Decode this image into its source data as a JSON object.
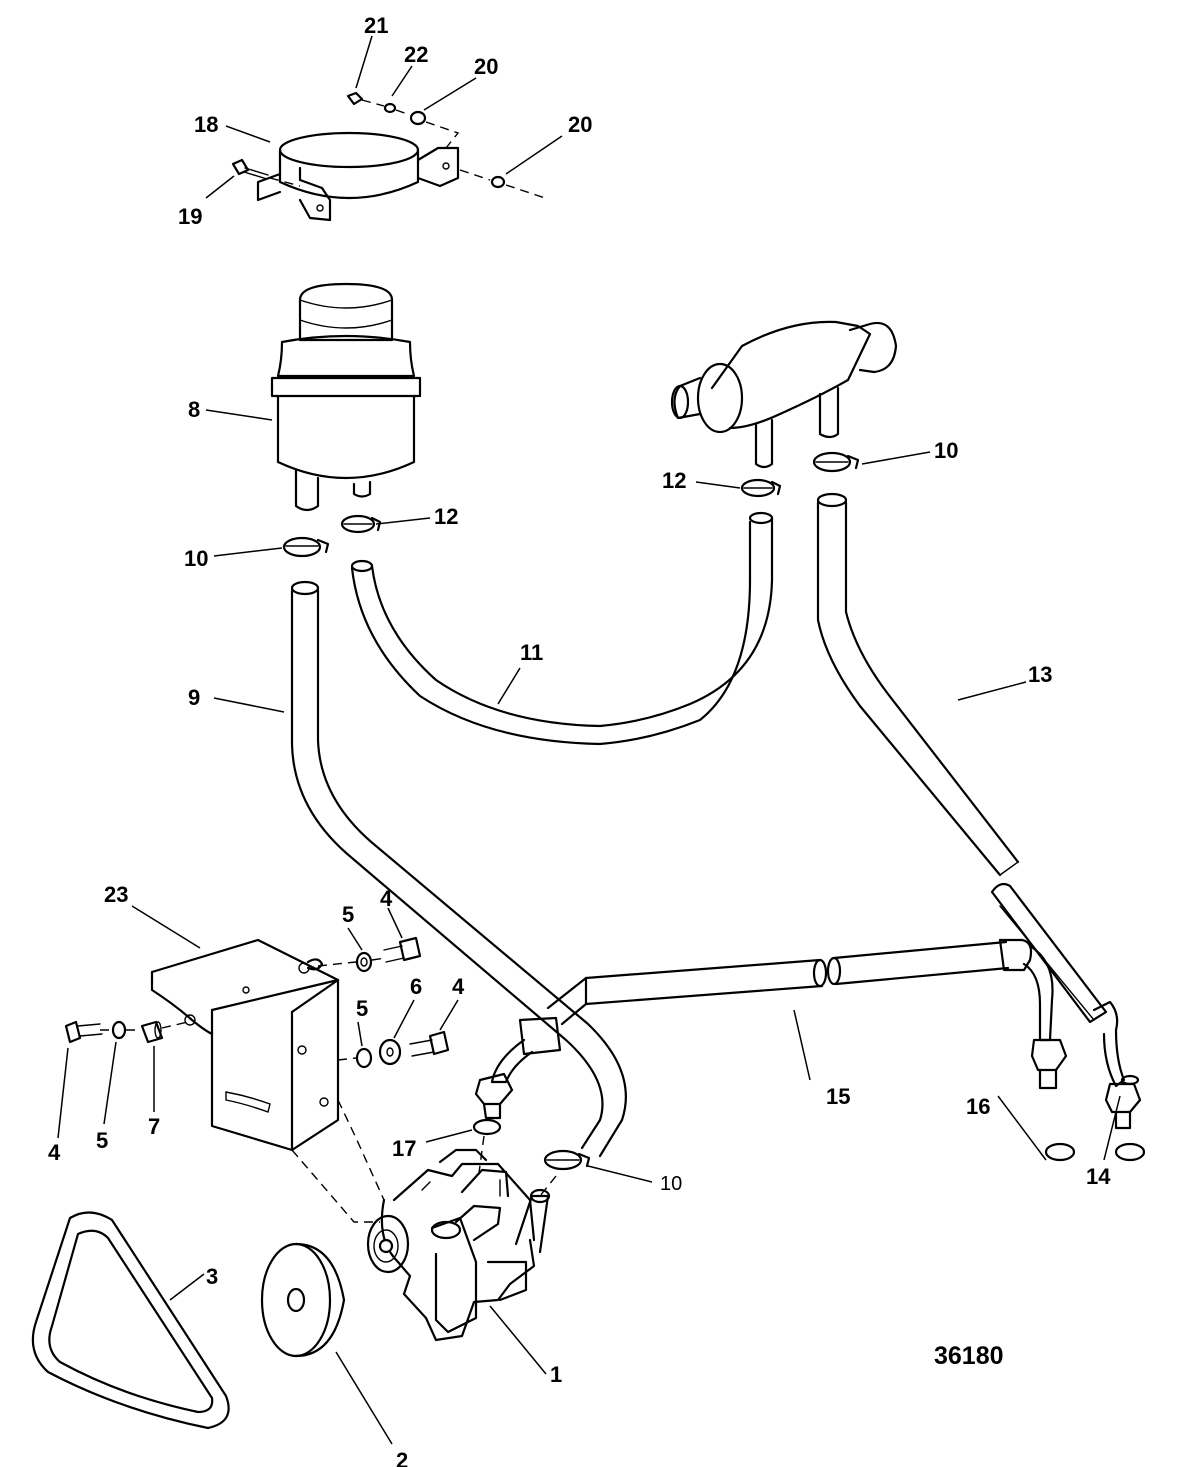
{
  "diagram": {
    "figure_number": "36180",
    "callouts": [
      {
        "id": "c1",
        "text": "1"
      },
      {
        "id": "c2",
        "text": "2"
      },
      {
        "id": "c3",
        "text": "3"
      },
      {
        "id": "c4a",
        "text": "4"
      },
      {
        "id": "c4b",
        "text": "4"
      },
      {
        "id": "c4c",
        "text": "4"
      },
      {
        "id": "c5a",
        "text": "5"
      },
      {
        "id": "c5b",
        "text": "5"
      },
      {
        "id": "c5c",
        "text": "5"
      },
      {
        "id": "c6",
        "text": "6"
      },
      {
        "id": "c7",
        "text": "7"
      },
      {
        "id": "c8",
        "text": "8"
      },
      {
        "id": "c9",
        "text": "9"
      },
      {
        "id": "c10a",
        "text": "10"
      },
      {
        "id": "c10b",
        "text": "10"
      },
      {
        "id": "c10c",
        "text": "10"
      },
      {
        "id": "c11",
        "text": "11"
      },
      {
        "id": "c12a",
        "text": "12"
      },
      {
        "id": "c12b",
        "text": "12"
      },
      {
        "id": "c13",
        "text": "13"
      },
      {
        "id": "c14",
        "text": "14"
      },
      {
        "id": "c15",
        "text": "15"
      },
      {
        "id": "c16",
        "text": "16"
      },
      {
        "id": "c17",
        "text": "17"
      },
      {
        "id": "c18",
        "text": "18"
      },
      {
        "id": "c19",
        "text": "19"
      },
      {
        "id": "c20a",
        "text": "20"
      },
      {
        "id": "c20b",
        "text": "20"
      },
      {
        "id": "c21",
        "text": "21"
      },
      {
        "id": "c22",
        "text": "22"
      },
      {
        "id": "c23",
        "text": "23"
      }
    ]
  }
}
